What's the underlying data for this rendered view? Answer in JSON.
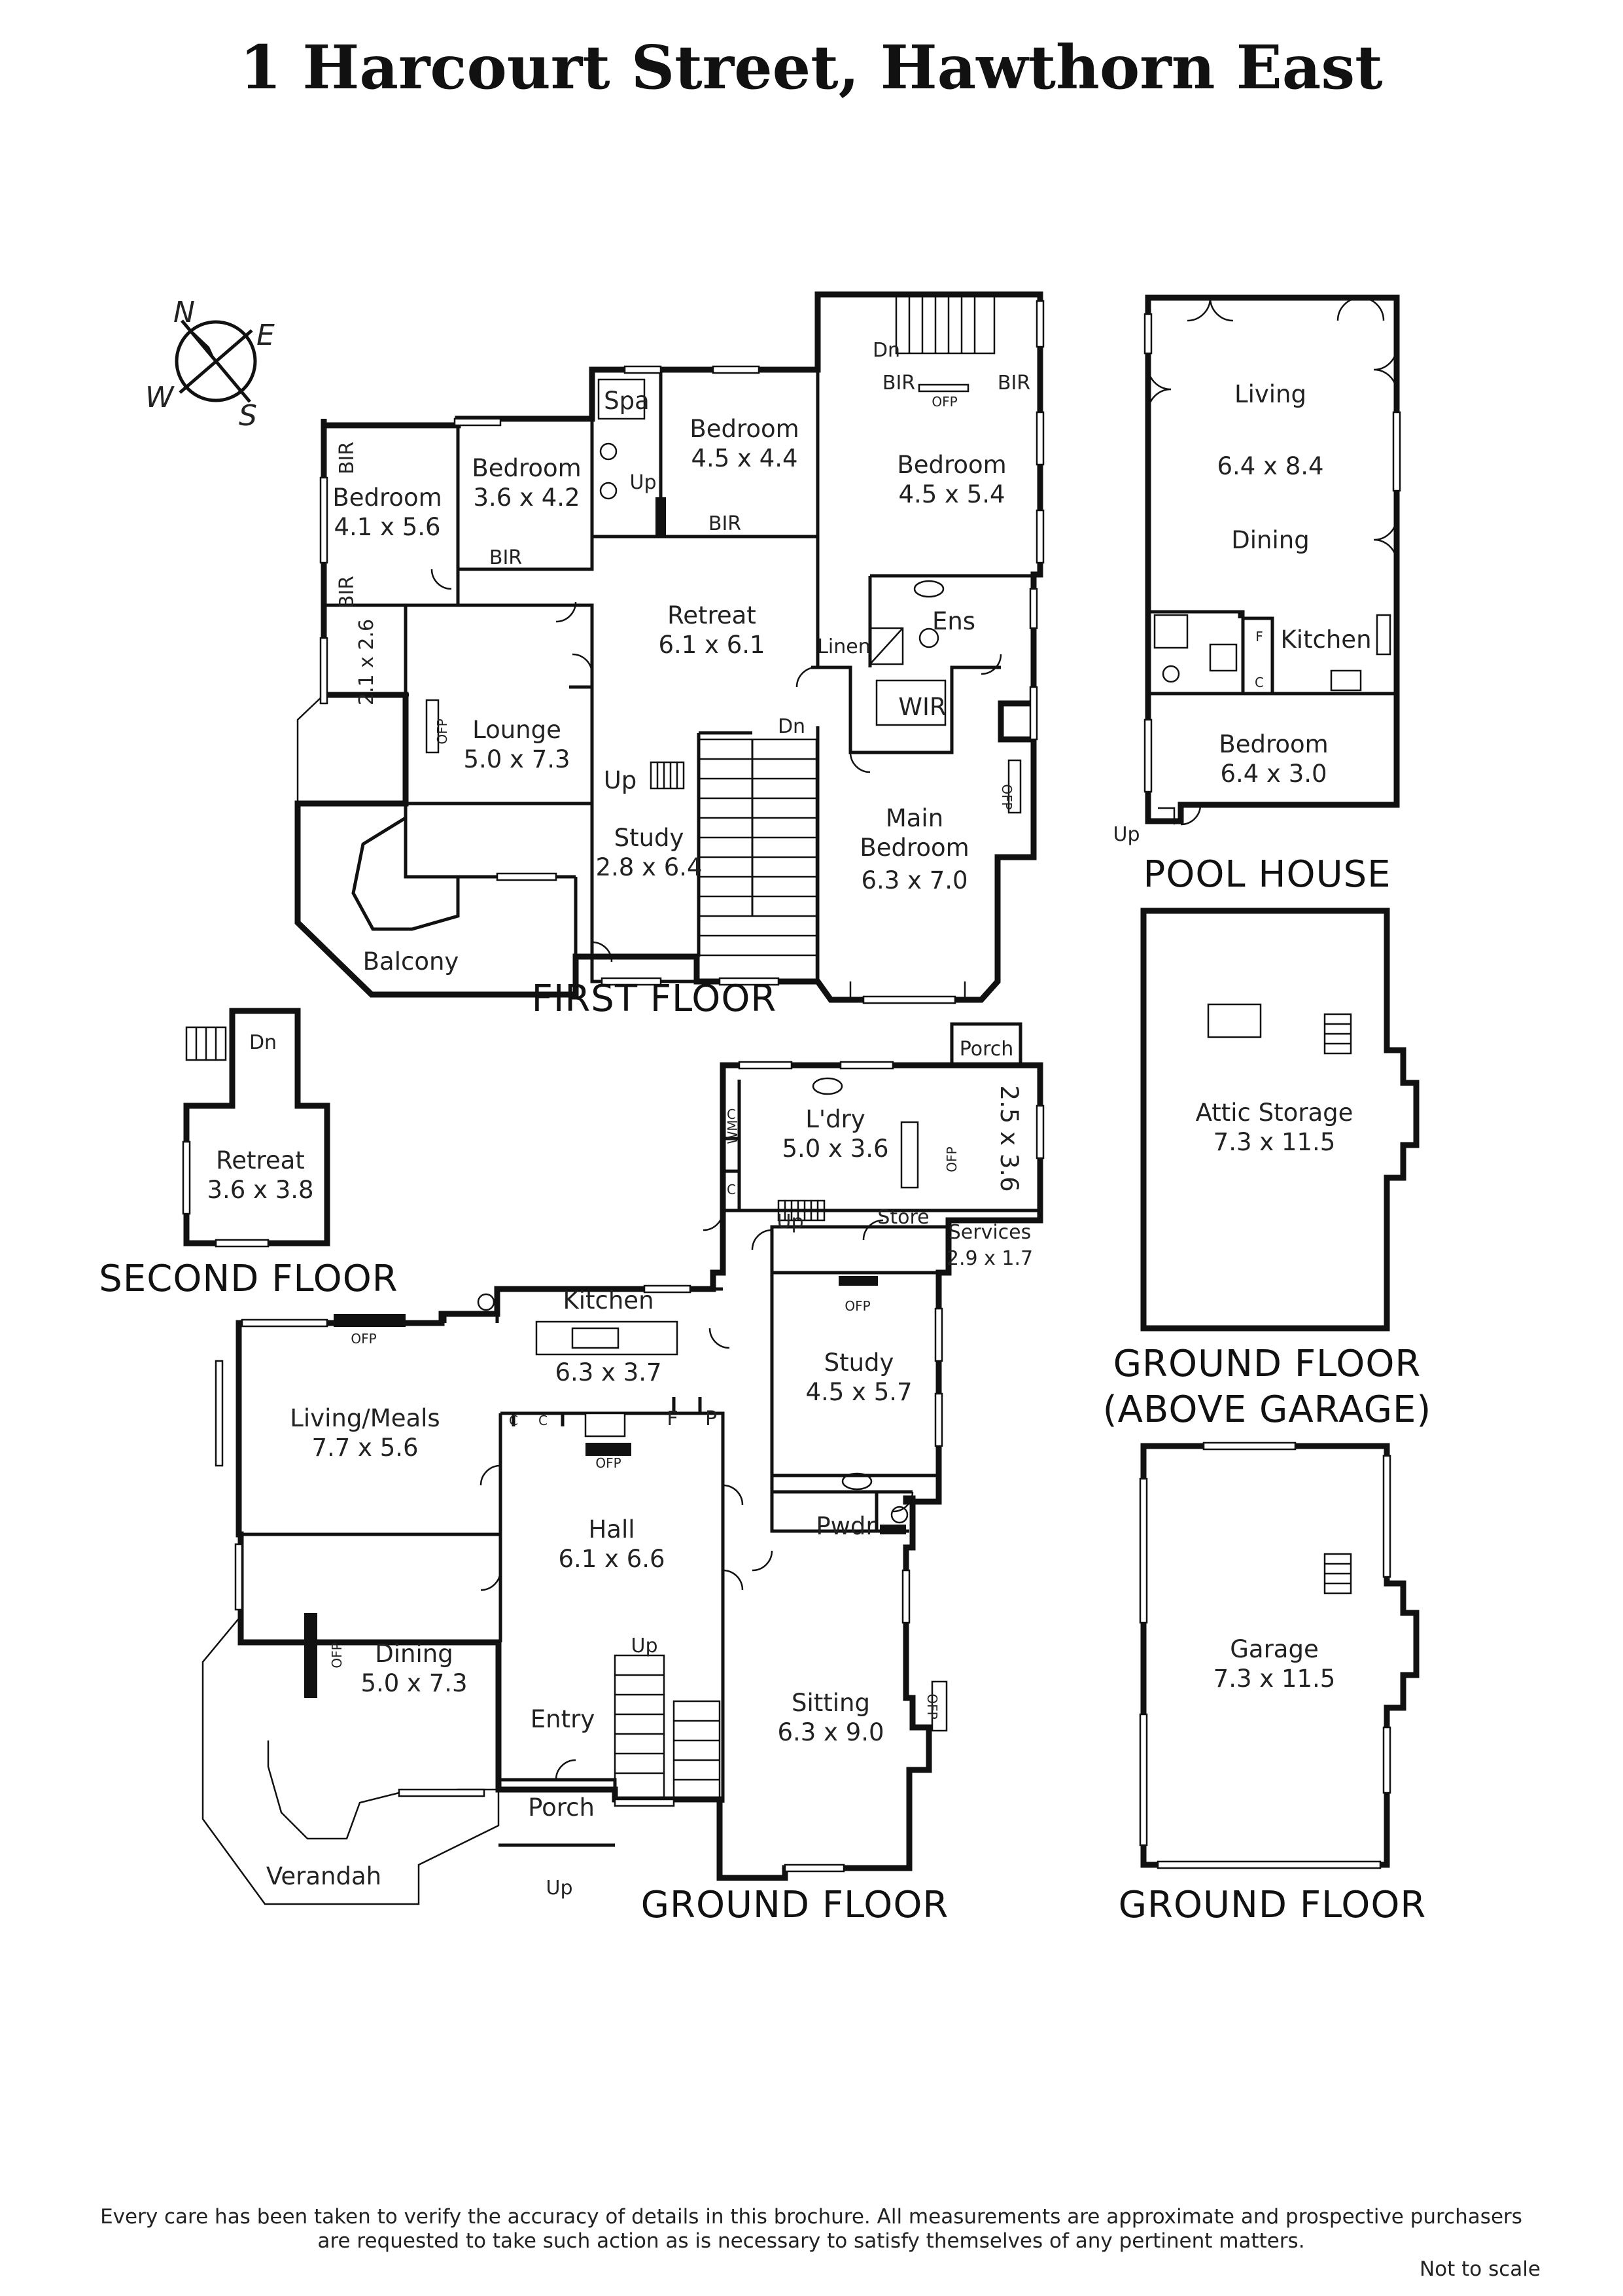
{
  "title": "1 Harcourt Street, Hawthorn East",
  "compass": {
    "n": "N",
    "e": "E",
    "s": "S",
    "w": "W"
  },
  "floors": {
    "first": "FIRST FLOOR",
    "second": "SECOND FLOOR",
    "ground": "GROUND FLOOR",
    "pool_house": "POOL HOUSE",
    "above_garage_1": "GROUND FLOOR",
    "above_garage_2": "(ABOVE GARAGE)",
    "garage_floor": "GROUND FLOOR"
  },
  "first_floor": {
    "bedroom1": {
      "name": "Bedroom",
      "size": "4.1 x 5.6"
    },
    "bedroom2": {
      "name": "Bedroom",
      "size": "3.6 x 4.2"
    },
    "bedroom3": {
      "name": "Bedroom",
      "size": "4.5 x 4.4"
    },
    "bedroom4": {
      "name": "Bedroom",
      "size": "4.5 x 5.4"
    },
    "retreat": {
      "name": "Retreat",
      "size": "6.1 x 6.1"
    },
    "lounge": {
      "name": "Lounge",
      "size": "5.0 x 7.3"
    },
    "study": {
      "name": "Study",
      "size": "2.8 x 6.4"
    },
    "main_bedroom": {
      "name": "Main",
      "name2": "Bedroom",
      "size": "6.3 x 7.0"
    },
    "balcony": "Balcony",
    "spa": "Spa",
    "ens": "Ens",
    "linen": "Linen",
    "wir": "WIR",
    "bir": "BIR",
    "ofp": "OFP",
    "dn": "Dn",
    "up": "Up",
    "small_room": "2.1 x 2.6"
  },
  "second_floor": {
    "retreat": {
      "name": "Retreat",
      "size": "3.6 x 3.8"
    },
    "dn": "Dn"
  },
  "ground_floor": {
    "living_meals": {
      "name": "Living/Meals",
      "size": "7.7 x 5.6"
    },
    "kitchen": {
      "name": "Kitchen",
      "size": "6.3 x 3.7"
    },
    "hall": {
      "name": "Hall",
      "size": "6.1 x 6.6"
    },
    "dining": {
      "name": "Dining",
      "size": "5.0 x 7.3"
    },
    "entry": "Entry",
    "porch": "Porch",
    "verandah": "Verandah",
    "sitting": {
      "name": "Sitting",
      "size": "6.3 x 9.0"
    },
    "study": {
      "name": "Study",
      "size": "4.5 x 5.7"
    },
    "pwdr": "Pwdr",
    "laundry": {
      "name": "L'dry",
      "size": "5.0 x 3.6"
    },
    "laundry_porch": "Porch",
    "store": "Store",
    "services": {
      "name": "Services",
      "size": "2.9 x 1.7"
    },
    "small_room": "2.5 x 3.6",
    "wm": "WM",
    "c": "C",
    "f": "F",
    "p": "P",
    "ofp": "OFP",
    "up": "Up"
  },
  "pool_house": {
    "living": "Living",
    "size": "6.4 x 8.4",
    "dining": "Dining",
    "kitchen": "Kitchen",
    "bedroom": {
      "name": "Bedroom",
      "size": "6.4 x 3.0"
    },
    "f": "F",
    "c": "C",
    "up": "Up"
  },
  "attic": {
    "name": "Attic Storage",
    "size": "7.3 x 11.5"
  },
  "garage": {
    "name": "Garage",
    "size": "7.3 x 11.5"
  },
  "disclaimer_line1": "Every care has been taken to verify the accuracy of details in this brochure.  All measurements are approximate and prospective purchasers",
  "disclaimer_line2": "are requested to take such action as is necessary to satisfy themselves of any pertinent matters.",
  "not_to_scale": "Not to scale"
}
